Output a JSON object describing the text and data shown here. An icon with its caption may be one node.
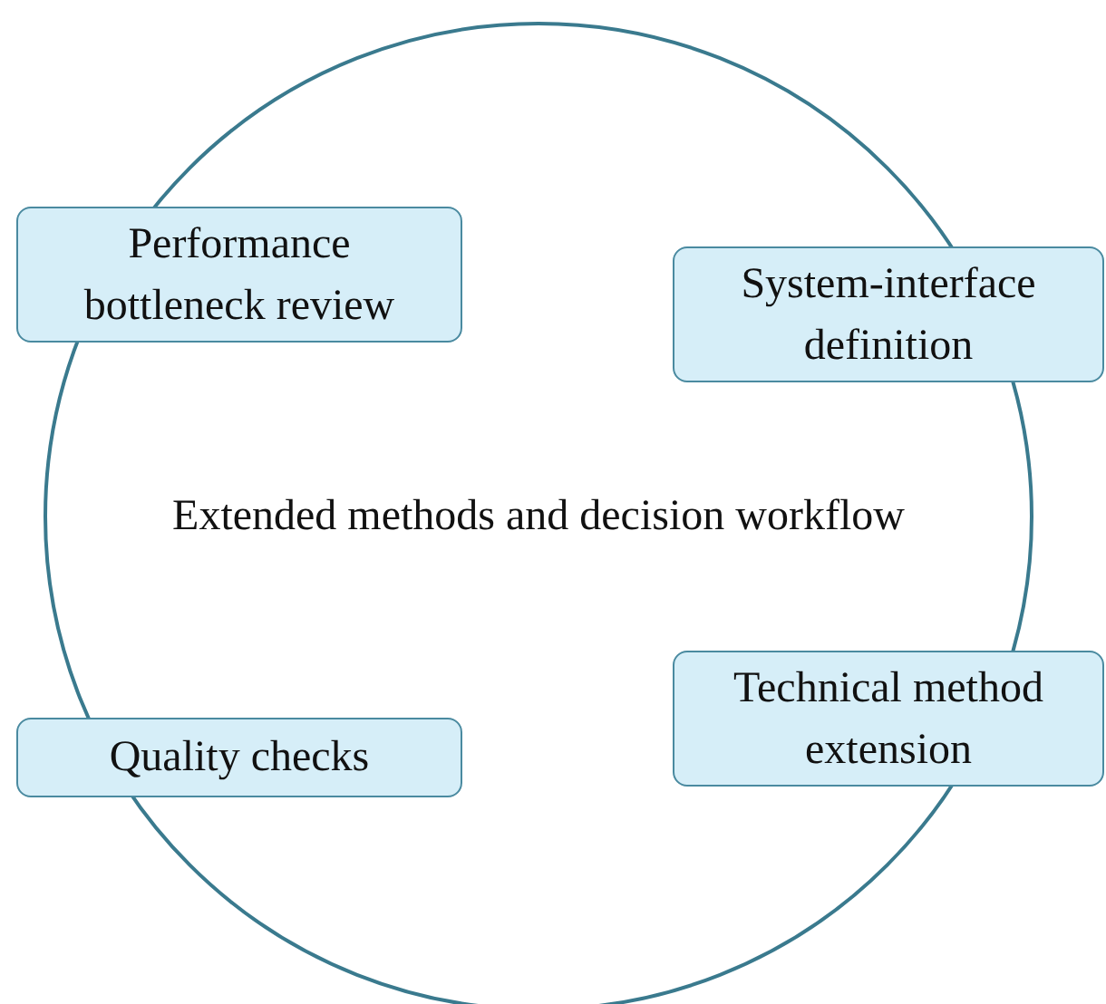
{
  "diagram": {
    "nodes": [
      {
        "text": [
          "Extended methods and decision workflow"
        ]
      },
      {
        "text": [
          "Performance bottleneck review"
        ]
      },
      {
        "text": [
          "System-interface definition"
        ]
      },
      {
        "text": [
          "Quality checks"
        ]
      },
      {
        "text": [
          "Technical method extension"
        ]
      }
    ]
  }
}
